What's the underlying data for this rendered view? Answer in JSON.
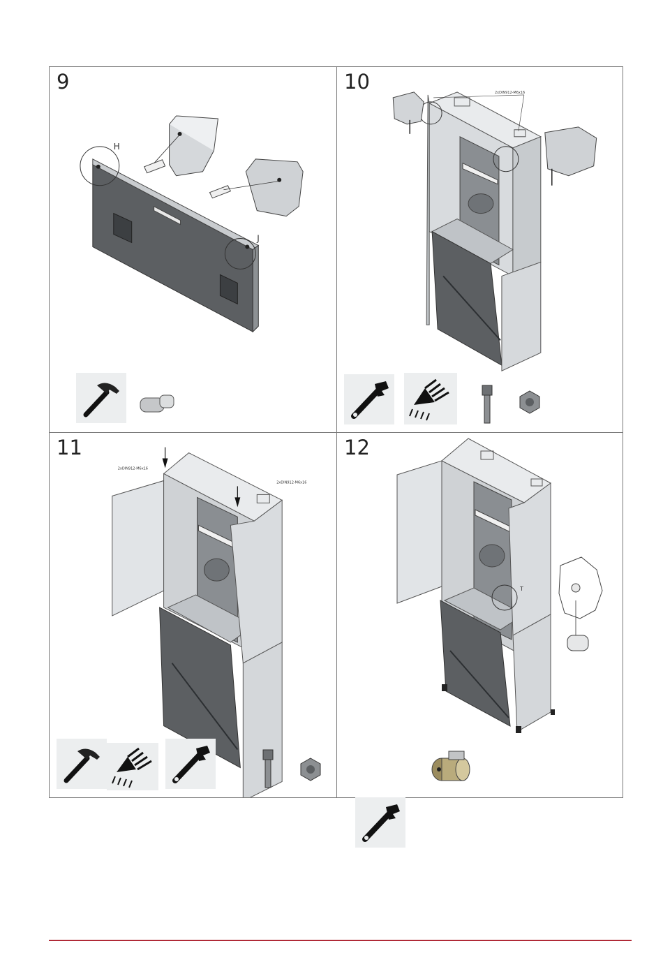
{
  "steps": [
    {
      "number": "9",
      "callouts": [
        "H",
        "J"
      ]
    },
    {
      "number": "10",
      "annotations": [
        "2xDIN912-M6x16"
      ]
    },
    {
      "number": "11",
      "annotations": [
        "2xDIN912-M6x16",
        "2xDIN912-M6x16"
      ]
    },
    {
      "number": "12",
      "callouts": [
        "T"
      ]
    }
  ],
  "tools": {
    "step9": [
      "hammer-icon",
      "dowel-pin-icon"
    ],
    "step10": [
      "wrench-icon",
      "hex-key-set-icon",
      "hex-bolt-icon",
      "hex-nut-icon"
    ],
    "step11": [
      "hammer-icon",
      "hex-key-set-icon",
      "wrench-icon",
      "hex-bolt-icon",
      "hex-nut-icon"
    ],
    "step12": [
      "wrench-icon",
      "cylinder-lock-icon"
    ]
  },
  "colors": {
    "frame": "#777777",
    "footer_rule": "#b02a37",
    "steel_light": "#e4e6e8",
    "steel_dark": "#5c5f62"
  }
}
